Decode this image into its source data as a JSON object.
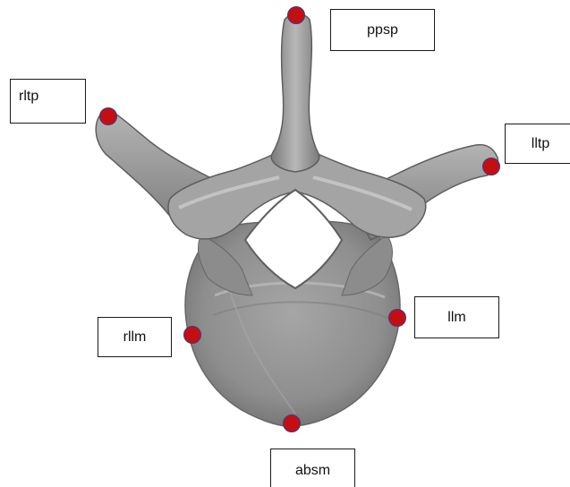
{
  "labels": {
    "ppsp": "ppsp",
    "rltp": "rltp",
    "lltp": "lltp",
    "llm": "llm",
    "rllm": "rllm",
    "absm": "absm"
  },
  "colors": {
    "landmark_fill": "#c40f12",
    "landmark_stroke": "#3b3a8a",
    "bone": "#9a9a9a"
  }
}
